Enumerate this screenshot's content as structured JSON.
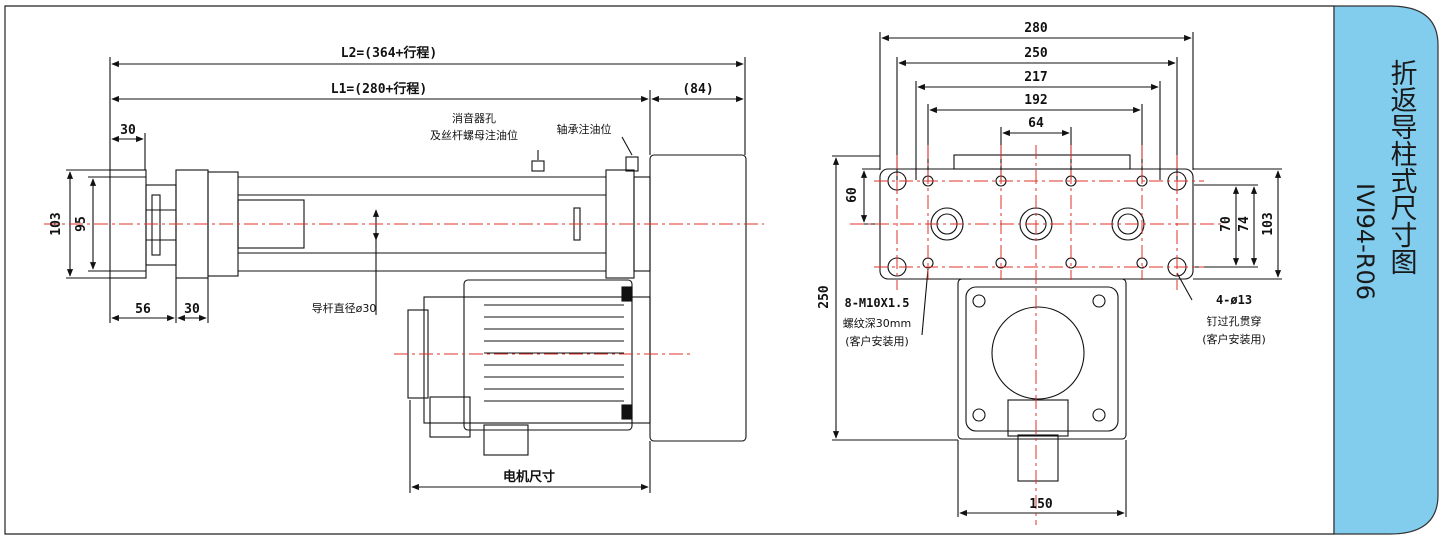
{
  "sidebar": {
    "title": "折返导柱式尺寸图",
    "model": "IVI94-R06",
    "color": "#82cdee"
  },
  "side_view": {
    "dims": {
      "l2": "L2=(364+行程)",
      "l1": "L1=(280+行程)",
      "right": "(84)",
      "d30_top": "30",
      "d56": "56",
      "d30_bottom": "30",
      "h103": "103",
      "h95": "95",
      "motor": "电机尺寸"
    },
    "notes": {
      "muffler_1": "消音器孔",
      "muffler_2": "及丝杆螺母注油位",
      "bearing": "轴承注油位",
      "guide": "导杆直径ø30"
    }
  },
  "front_view": {
    "dims": {
      "w280": "280",
      "w250": "250",
      "w217": "217",
      "w192": "192",
      "w64": "64",
      "h60": "60",
      "h250": "250",
      "h70": "70",
      "h74": "74",
      "h103": "103",
      "w150": "150"
    },
    "notes": {
      "thread_1": "8-M10X1.5",
      "thread_2": "螺纹深30mm",
      "thread_3": "(客户安装用)",
      "hole_1": "4-ø13",
      "hole_2": "钉过孔贯穿",
      "hole_3": "(客户安装用)"
    }
  },
  "colors": {
    "line": "#111111",
    "center_line": "#e0302a",
    "sidebar": "#82cdee"
  }
}
